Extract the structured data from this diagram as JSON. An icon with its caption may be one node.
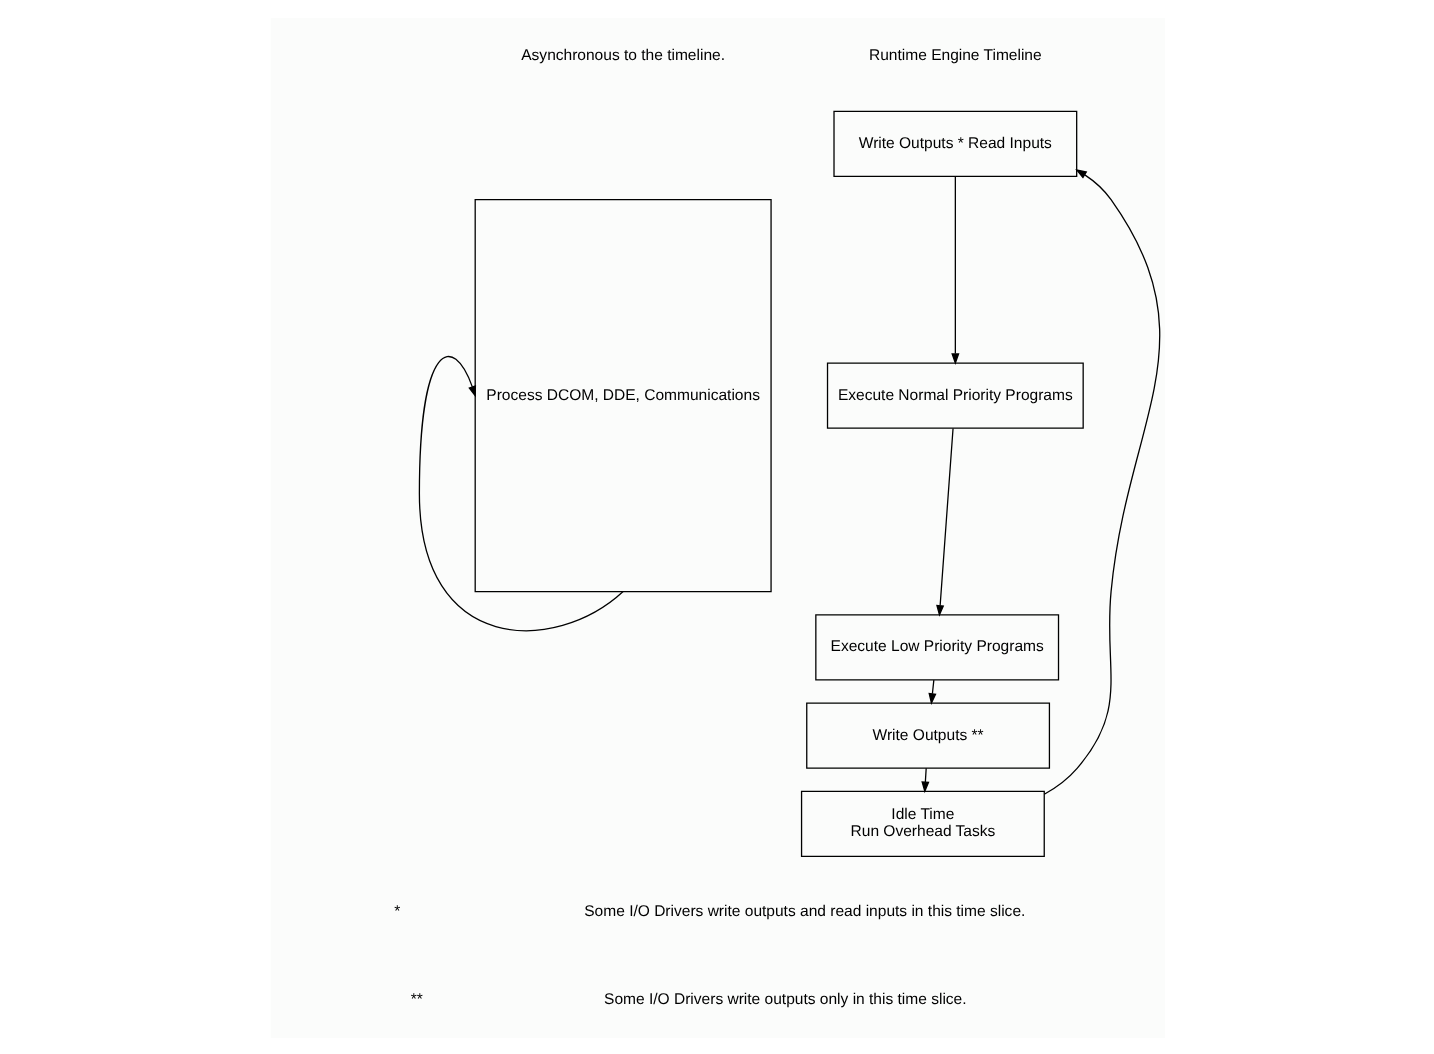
{
  "diagram": {
    "nodes": [
      {
        "text": [
          "Write Outputs * Read Inputs"
        ]
      },
      {
        "text": [
          "Execute Normal Priority Programs"
        ]
      },
      {
        "text": [
          "Execute Low Priority Programs"
        ]
      },
      {
        "text": [
          "Write Outputs **"
        ]
      },
      {
        "text": [
          "Idle Time",
          "Run Overhead Tasks"
        ]
      },
      {
        "text": [
          "Process DCOM, DDE, Communications"
        ]
      }
    ],
    "edges": [
      {
        "from": 0,
        "to": 1,
        "arrow": "to"
      },
      {
        "from": 1,
        "to": 2,
        "arrow": "to"
      },
      {
        "from": 2,
        "to": 3,
        "arrow": "to"
      },
      {
        "from": 3,
        "to": 4,
        "arrow": "to"
      },
      {
        "from": 4,
        "to": 0,
        "arrow": "to"
      },
      {
        "from": 5,
        "to": 5,
        "arrow": "to"
      }
    ],
    "labels": [
      "Runtime Engine Timeline",
      "Asynchronous to the timeline.",
      "*",
      "Some I/O Drivers write outputs and read inputs in this time slice.",
      "**",
      "Some I/O Drivers write outputs only in this time slice."
    ]
  }
}
